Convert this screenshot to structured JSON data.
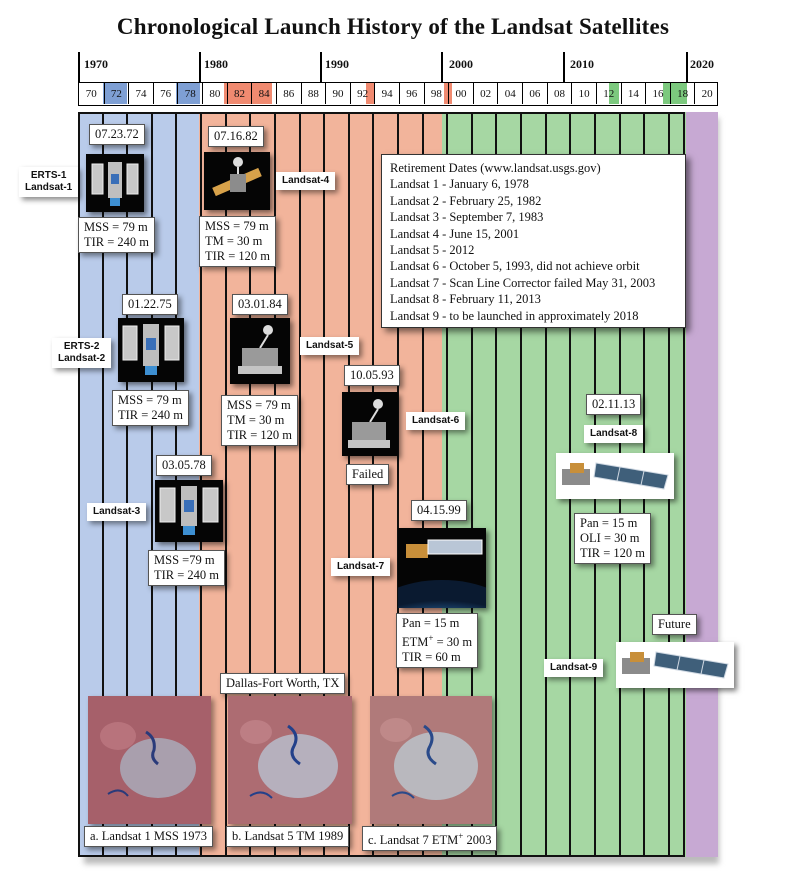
{
  "title": "Chronological Launch History of the Landsat Satellites",
  "decades": [
    "1970",
    "1980",
    "1990",
    "2000",
    "2010",
    "2020"
  ],
  "years": [
    "70",
    "72",
    "74",
    "76",
    "78",
    "80",
    "82",
    "84",
    "86",
    "88",
    "90",
    "92",
    "94",
    "96",
    "98",
    "00",
    "02",
    "04",
    "06",
    "08",
    "10",
    "12",
    "14",
    "16",
    "18",
    "20"
  ],
  "colors": {
    "blue_band": "#b9cbea",
    "salmon_band": "#f2b49b",
    "green_band": "#a6d7a3",
    "purple_band": "#c7a9d3",
    "year_blue": "#7e9fd4",
    "year_salmon": "#f08a70",
    "year_green": "#7cc97e",
    "grid_line": "#111111"
  },
  "satellites": {
    "landsat1": {
      "date": "07.23.72",
      "label_line1": "ERTS-1",
      "label_line2": "Landsat-1",
      "spec1": "MSS = 79 m",
      "spec2": "TIR = 240 m"
    },
    "landsat2": {
      "date": "01.22.75",
      "label_line1": "ERTS-2",
      "label_line2": "Landsat-2",
      "spec1": "MSS = 79 m",
      "spec2": "TIR = 240 m"
    },
    "landsat3": {
      "date": "03.05.78",
      "label": "Landsat-3",
      "spec1": "MSS =79 m",
      "spec2": "TIR = 240 m"
    },
    "landsat4": {
      "date": "07.16.82",
      "label": "Landsat-4",
      "spec1": "MSS = 79 m",
      "spec2": "TM = 30 m",
      "spec3": "TIR = 120 m"
    },
    "landsat5": {
      "date": "03.01.84",
      "label": "Landsat-5",
      "spec1": "MSS = 79 m",
      "spec2": "TM = 30 m",
      "spec3": "TIR = 120 m"
    },
    "landsat6": {
      "date": "10.05.93",
      "label": "Landsat-6",
      "status": "Failed"
    },
    "landsat7": {
      "date": "04.15.99",
      "label": "Landsat-7",
      "spec1": "Pan = 15 m",
      "spec2_main": "ETM",
      "spec2_sup": "+",
      "spec2_rest": " = 30 m",
      "spec3": "TIR = 60 m"
    },
    "landsat8": {
      "date": "02.11.13",
      "label": "Landsat-8",
      "spec1": "Pan = 15 m",
      "spec2": "OLI = 30 m",
      "spec3": "TIR = 120 m"
    },
    "landsat9": {
      "date": "Future",
      "label": "Landsat-9"
    }
  },
  "retirement": {
    "heading": "Retirement Dates (www.landsat.usgs.gov)",
    "lines": [
      "Landsat 1 -  January 6, 1978",
      "Landsat 2 - February 25, 1982",
      "Landsat 3 - September 7, 1983",
      "Landsat 4 - June 15, 2001",
      "Landsat 5 - 2012",
      "Landsat 6 - October 5, 1993, did not achieve orbit",
      "Landsat 7 - Scan Line Corrector failed May 31, 2003",
      "Landsat 8 - February 11, 2013",
      "Landsat 9 - to be launched in approximately 2018"
    ]
  },
  "images": {
    "location": "Dallas-Fort Worth, TX",
    "caption_a": "a. Landsat 1 MSS 1973",
    "caption_b": "b. Landsat 5 TM 1989",
    "caption_c_main": "c. Landsat 7 ETM",
    "caption_c_sup": "+",
    "caption_c_rest": " 2003"
  }
}
